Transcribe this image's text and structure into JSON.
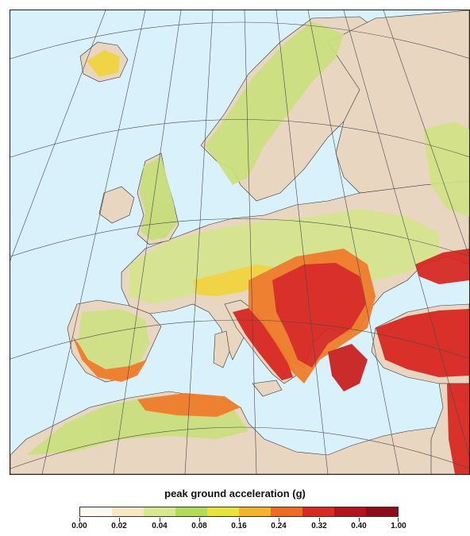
{
  "legend": {
    "title": "peak ground acceleration (g)",
    "labels": [
      "0.00",
      "0.02",
      "0.04",
      "0.08",
      "0.16",
      "0.24",
      "0.32",
      "0.40",
      "1.00"
    ],
    "colors": [
      "#fdf9ee",
      "#f7e7c4",
      "#d7e88f",
      "#b2dc58",
      "#e7e33a",
      "#f5b32c",
      "#ef6a22",
      "#d82a1f",
      "#b4121c",
      "#8d0c18"
    ]
  },
  "map": {
    "sea_color": "#d9f1fb",
    "land_color": "#e8d6c0",
    "graticule_color": "#4a4a4a",
    "hazard": {
      "low": "#d5e58e",
      "low_mid": "#b6dc5f",
      "mid": "#f1d43b",
      "high": "#ef7a25",
      "very_high": "#d8241e"
    }
  }
}
